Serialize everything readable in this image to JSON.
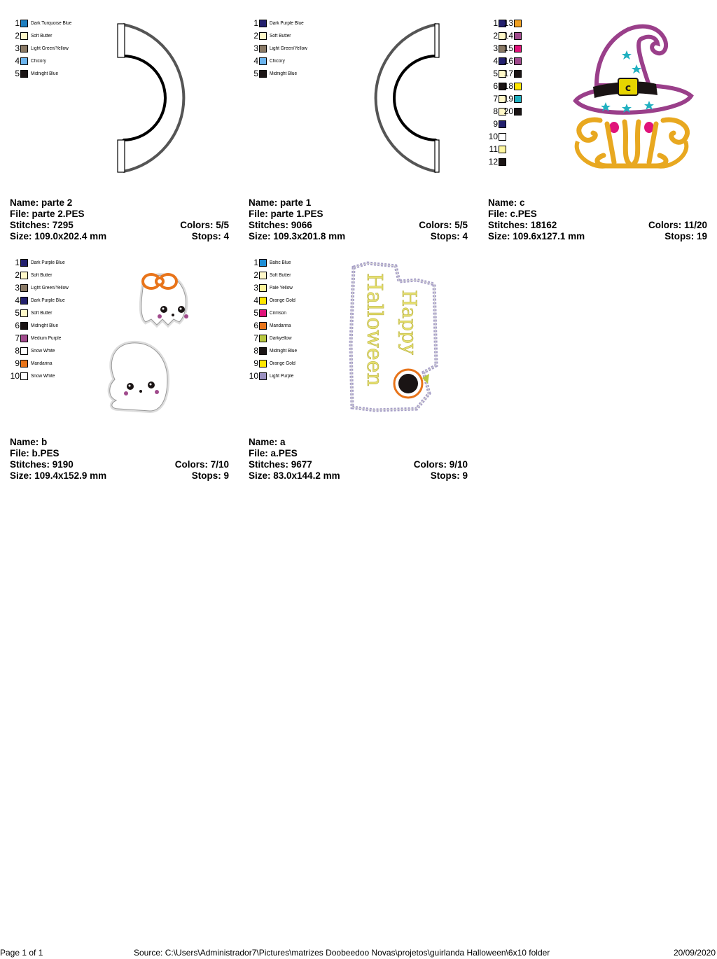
{
  "designs": [
    {
      "name": "Name: parte 2",
      "file": "File: parte 2.PES",
      "stitches": "Stitches: 7295",
      "colors_count": "Colors: 5/5",
      "size": "Size: 109.0x202.4 mm",
      "stops": "Stops: 4",
      "colors": [
        {
          "num": "1",
          "name": "Dark Turquoise Blue",
          "color": "#1f7fc0"
        },
        {
          "num": "2",
          "name": "Soft Butter",
          "color": "#fff8c8"
        },
        {
          "num": "3",
          "name": "Light Green/Yellow",
          "color": "#8a7a66"
        },
        {
          "num": "4",
          "name": "Chicory",
          "color": "#6bb4ee"
        },
        {
          "num": "5",
          "name": "Midnight Blue",
          "color": "#1a1414"
        }
      ]
    },
    {
      "name": "Name: parte 1",
      "file": "File: parte 1.PES",
      "stitches": "Stitches: 9066",
      "colors_count": "Colors: 5/5",
      "size": "Size: 109.3x201.8 mm",
      "stops": "Stops: 4",
      "colors": [
        {
          "num": "1",
          "name": "Dark Purple Blue",
          "color": "#23206e"
        },
        {
          "num": "2",
          "name": "Soft Butter",
          "color": "#fff8c8"
        },
        {
          "num": "3",
          "name": "Light Green/Yellow",
          "color": "#8a7a66"
        },
        {
          "num": "4",
          "name": "Chicory",
          "color": "#6bb4ee"
        },
        {
          "num": "5",
          "name": "Midnight Blue",
          "color": "#1a1414"
        }
      ]
    },
    {
      "name": "Name: c",
      "file": "File: c.PES",
      "stitches": "Stitches: 18162",
      "colors_count": "Colors: 11/20",
      "size": "Size: 109.6x127.1 mm",
      "stops": "Stops: 19",
      "colors": [
        {
          "num": "1",
          "color": "#23206e"
        },
        {
          "num": "2",
          "color": "#fff8c8"
        },
        {
          "num": "3",
          "color": "#8a7a66"
        },
        {
          "num": "4",
          "color": "#23206e"
        },
        {
          "num": "5",
          "color": "#fff8c8"
        },
        {
          "num": "6",
          "color": "#1a1414"
        },
        {
          "num": "7",
          "color": "#fff8c8"
        },
        {
          "num": "8",
          "color": "#fff8c8"
        },
        {
          "num": "9",
          "color": "#23206e"
        },
        {
          "num": "10",
          "color": "#ffffff"
        },
        {
          "num": "11",
          "color": "#fff8a0"
        },
        {
          "num": "12",
          "color": "#1a1414"
        },
        {
          "num": "13",
          "color": "#f0a020"
        },
        {
          "num": "14",
          "color": "#a04a8c"
        },
        {
          "num": "15",
          "color": "#e0137a"
        },
        {
          "num": "16",
          "color": "#a04a8c"
        },
        {
          "num": "17",
          "color": "#1a1414"
        },
        {
          "num": "18",
          "color": "#ffe600"
        },
        {
          "num": "19",
          "color": "#20b0c0"
        },
        {
          "num": "20",
          "color": "#1a1414"
        }
      ]
    },
    {
      "name": "Name: b",
      "file": "File: b.PES",
      "stitches": "Stitches: 9190",
      "colors_count": "Colors: 7/10",
      "size": "Size: 109.4x152.9 mm",
      "stops": "Stops: 9",
      "colors": [
        {
          "num": "1",
          "name": "Dark Purple Blue",
          "color": "#23206e"
        },
        {
          "num": "2",
          "name": "Soft Butter",
          "color": "#fff8c8"
        },
        {
          "num": "3",
          "name": "Light Green/Yellow",
          "color": "#8a7a66"
        },
        {
          "num": "4",
          "name": "Dark Purple Blue",
          "color": "#23206e"
        },
        {
          "num": "5",
          "name": "Soft Butter",
          "color": "#fff8c8"
        },
        {
          "num": "6",
          "name": "Midnight Blue",
          "color": "#1a1414"
        },
        {
          "num": "7",
          "name": "Medium Purple",
          "color": "#a04a8c"
        },
        {
          "num": "8",
          "name": "Snow White",
          "color": "#ffffff"
        },
        {
          "num": "9",
          "name": "Mandarina",
          "color": "#e8741a"
        },
        {
          "num": "10",
          "name": "Snow White",
          "color": "#ffffff"
        }
      ]
    },
    {
      "name": "Name: a",
      "file": "File: a.PES",
      "stitches": "Stitches: 9677",
      "colors_count": "Colors: 9/10",
      "size": "Size: 83.0x144.2 mm",
      "stops": "Stops: 9",
      "colors": [
        {
          "num": "1",
          "name": "Baltic Blue",
          "color": "#1f8fd6"
        },
        {
          "num": "2",
          "name": "Soft Butter",
          "color": "#fff8c8"
        },
        {
          "num": "3",
          "name": "Pale Yellow",
          "color": "#fff59a"
        },
        {
          "num": "4",
          "name": "Orange Gold",
          "color": "#ffe600"
        },
        {
          "num": "5",
          "name": "Crimson",
          "color": "#e0137a"
        },
        {
          "num": "6",
          "name": "Mandarina",
          "color": "#e8741a"
        },
        {
          "num": "7",
          "name": "Darkyellow",
          "color": "#b8c840"
        },
        {
          "num": "8",
          "name": "Midnight Blue",
          "color": "#1a1414"
        },
        {
          "num": "9",
          "name": "Orange Gold",
          "color": "#ffe600"
        },
        {
          "num": "10",
          "name": "Light Purple",
          "color": "#9a90c0"
        }
      ]
    }
  ],
  "art": {
    "sign_text_1": "Happy",
    "sign_text_2": "Halloween",
    "hat_letter": "c"
  },
  "footer": {
    "page": "Page 1 of 1",
    "source": "Source: C:\\Users\\Administrador7\\Pictures\\matrizes Doobeedoo Novas\\projetos\\guirlanda Halloween\\6x10 folder",
    "date": "20/09/2020"
  }
}
